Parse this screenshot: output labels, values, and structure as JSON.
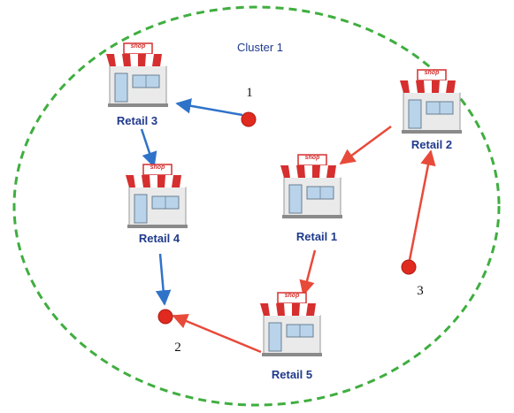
{
  "diagram": {
    "cluster_label": "Cluster 1",
    "shop_sign_text": "shop",
    "retails": [
      {
        "id": "retail-3",
        "label": "Retail 3"
      },
      {
        "id": "retail-2",
        "label": "Retail 2"
      },
      {
        "id": "retail-4",
        "label": "Retail 4"
      },
      {
        "id": "retail-1",
        "label": "Retail 1"
      },
      {
        "id": "retail-5",
        "label": "Retail 5"
      }
    ],
    "points": [
      {
        "id": "point-1",
        "label": "1"
      },
      {
        "id": "point-2",
        "label": "2"
      },
      {
        "id": "point-3",
        "label": "3"
      }
    ],
    "colors": {
      "cluster_border": "#3fae3f",
      "blue_route": "#2f73c9",
      "red_route": "#e84a3a",
      "point_fill": "#e02a20",
      "label_text": "#1f3a8c"
    }
  }
}
